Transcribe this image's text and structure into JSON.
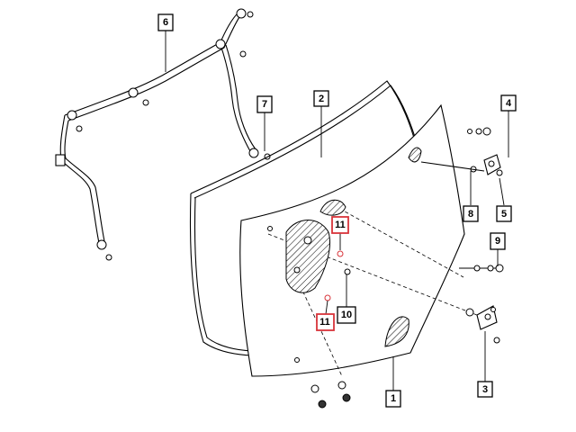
{
  "colors": {
    "line": "#000000",
    "highlight": "#d8343a",
    "background": "#ffffff"
  },
  "callouts": [
    {
      "id": "c1",
      "label": "1",
      "highlight": false
    },
    {
      "id": "c2",
      "label": "2",
      "highlight": false
    },
    {
      "id": "c3",
      "label": "3",
      "highlight": false
    },
    {
      "id": "c4",
      "label": "4",
      "highlight": false
    },
    {
      "id": "c5",
      "label": "5",
      "highlight": false
    },
    {
      "id": "c6",
      "label": "6",
      "highlight": false
    },
    {
      "id": "c7",
      "label": "7",
      "highlight": false
    },
    {
      "id": "c8",
      "label": "8",
      "highlight": false
    },
    {
      "id": "c9",
      "label": "9",
      "highlight": false
    },
    {
      "id": "c10",
      "label": "10",
      "highlight": false
    },
    {
      "id": "c11a",
      "label": "11",
      "highlight": true
    },
    {
      "id": "c11b",
      "label": "11",
      "highlight": true
    }
  ]
}
